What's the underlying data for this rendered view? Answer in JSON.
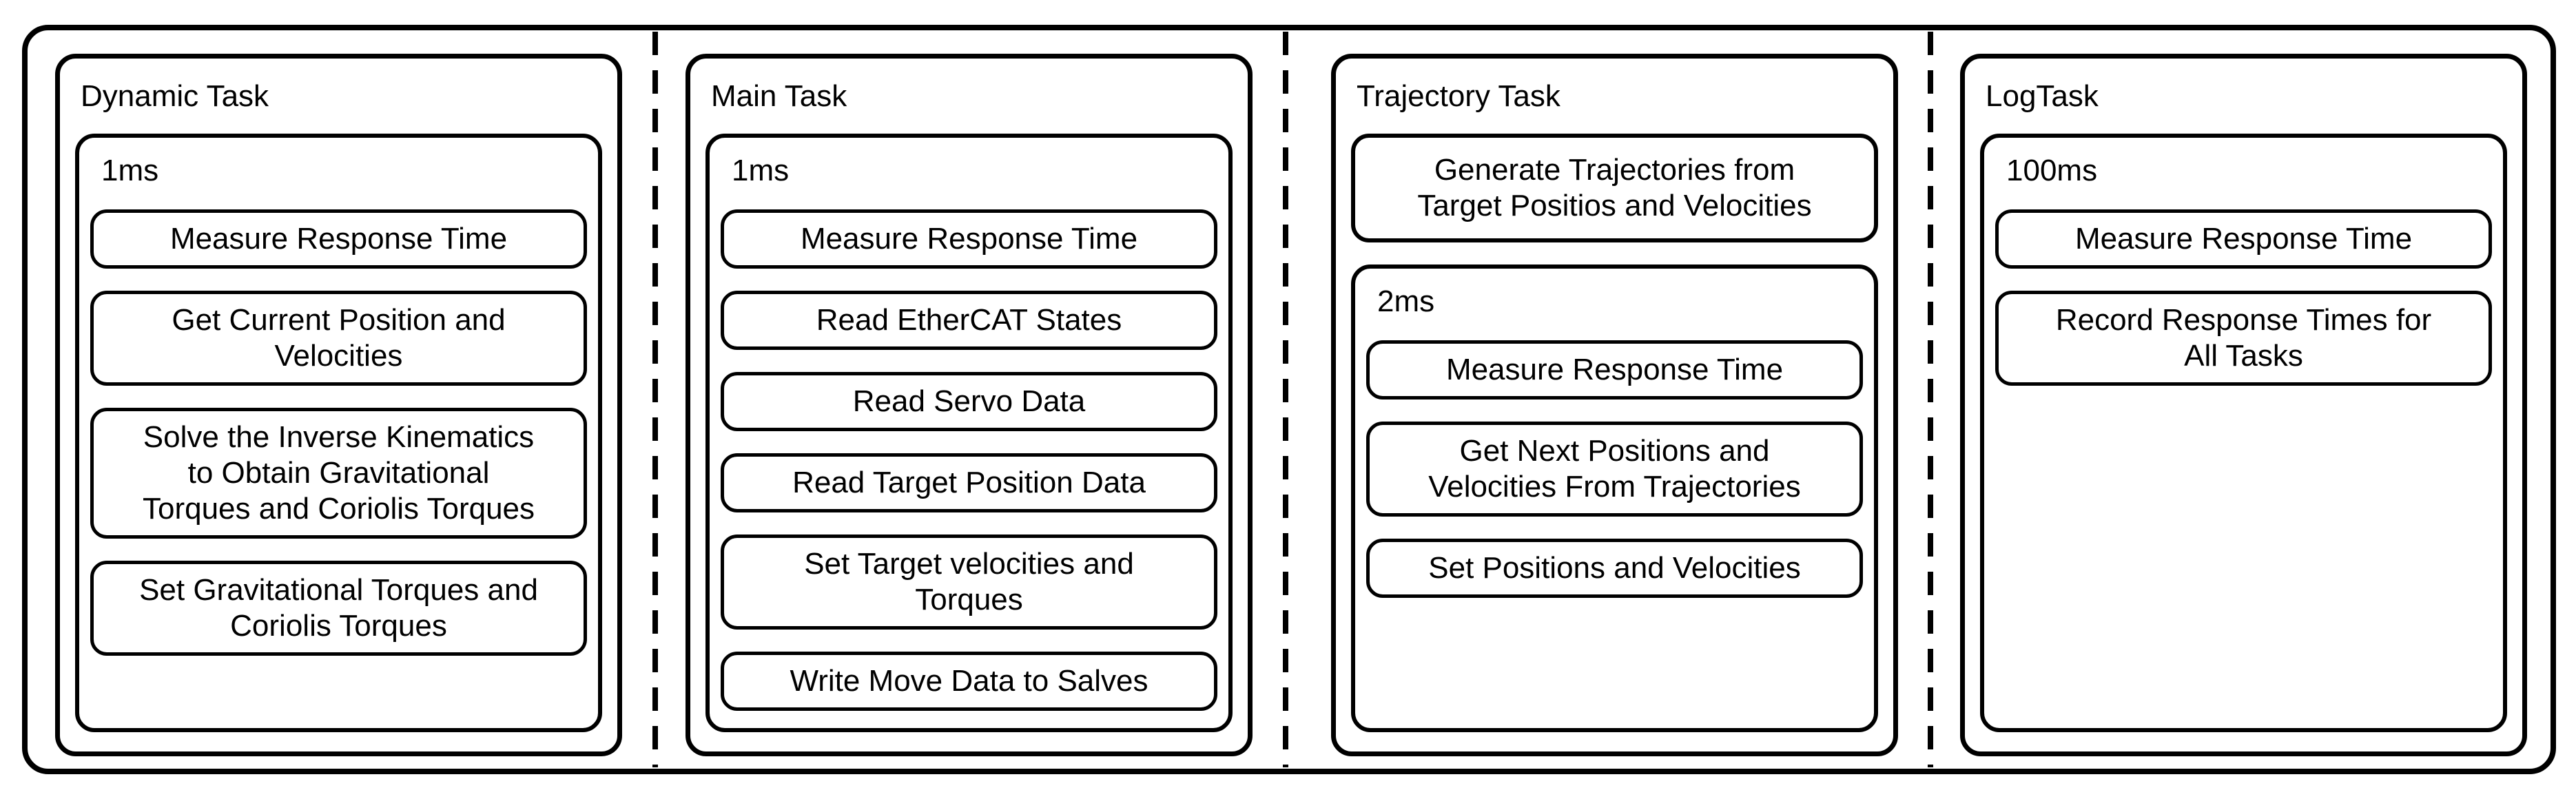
{
  "diagram": {
    "colors": {
      "border": "#000000",
      "background": "#ffffff",
      "text": "#000000"
    },
    "columns": [
      {
        "title": "Dynamic Task",
        "period": "1ms",
        "steps": [
          "Measure Response Time",
          "Get Current Position and Velocities",
          "Solve the Inverse Kinematics to Obtain Gravitational Torques and Coriolis Torques",
          "Set Gravitational Torques and Coriolis Torques"
        ]
      },
      {
        "title": "Main Task",
        "period": "1ms",
        "steps": [
          "Measure Response Time",
          "Read EtherCAT States",
          "Read Servo Data",
          "Read Target Position Data",
          "Set Target velocities and Torques",
          "Write Move Data to Salves"
        ]
      },
      {
        "title": "Trajectory Task",
        "pre_steps": [
          "Generate Trajectories from Target Positios and Velocities"
        ],
        "period": "2ms",
        "steps": [
          "Measure Response Time",
          "Get Next Positions and Velocities From Trajectories",
          "Set Positions and Velocities"
        ]
      },
      {
        "title": "LogTask",
        "period": "100ms",
        "steps": [
          "Measure Response Time",
          "Record Response Times for All Tasks"
        ]
      }
    ]
  }
}
